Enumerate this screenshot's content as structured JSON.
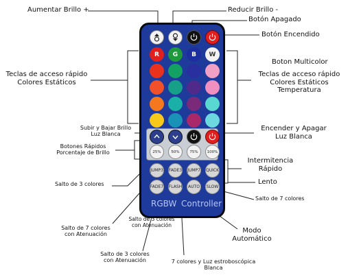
{
  "labels": {
    "aumentar": "Aumentar Brillo +",
    "reducir": "Reducir Brillo -",
    "apagado": "Botón Apagado",
    "encendido": "Botón Encendido",
    "multicolor": "Boton Multicolor",
    "teclas_left_1": "Teclas de acceso rápido",
    "teclas_left_2": "Colores Estáticos",
    "teclas_right_1": "Teclas de acceso rápido",
    "teclas_right_2": "Colores Estáticos",
    "teclas_right_3": "Temperatura",
    "subir_1": "Subir y Bajar Brillo",
    "subir_2": "Luz Blanca",
    "encender_1": "Encender y Apagar",
    "encender_2": "Luz Blanca",
    "botones_1": "Botones Rápidos",
    "botones_2": "Porcentaje de Brillo",
    "intermitencia_1": "Intermitencia",
    "intermitencia_2": "Rápido",
    "lento": "Lento",
    "salto3_left": "Salto de 3 colores",
    "salto7_right": "Salto de 7 colores",
    "salto7_aten_1": "Salto de 7 colores",
    "salto7_aten_2": "con Atenuación",
    "salto3_aten_mid_1": "Salto de 3 colores",
    "salto3_aten_mid_2": "con Atenuación",
    "modo_1": "Modo",
    "modo_2": "Automático",
    "salto3_aten_low_1": "Salto de 3 colores",
    "salto3_aten_low_2": "con Atenuación",
    "estrobo_1": "7 colores y Luz estroboscópica",
    "estrobo_2": "Blanca"
  },
  "remote": {
    "letters": {
      "r": "R",
      "g": "G",
      "b": "B",
      "w": "W"
    },
    "percent": [
      "25%",
      "50%",
      "75%",
      "100%"
    ],
    "row1": [
      "JUMP3",
      "FADE3",
      "JUMP7",
      "QUICK"
    ],
    "row2": [
      "FADE7",
      "FLASH",
      "AUTO",
      "SLOW"
    ],
    "brand_1": "RGBW",
    "brand_2": "Controller"
  },
  "colors": {
    "remote_body": "#1e3a9a",
    "red": "#e01f1f",
    "green": "#1e9a3c",
    "blue": "#1d2f9e",
    "white": "#f2f2f2"
  }
}
